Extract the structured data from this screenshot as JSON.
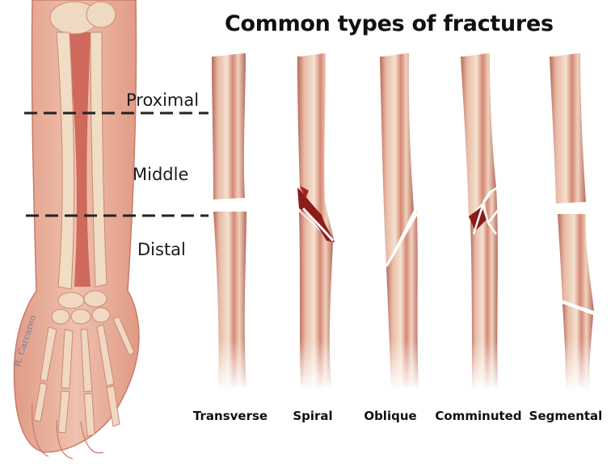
{
  "title": "Common types of fractures",
  "regions": {
    "proximal": "Proximal",
    "middle": "Middle",
    "distal": "Distal"
  },
  "fracture_types": [
    {
      "label": "Transverse"
    },
    {
      "label": "Spiral"
    },
    {
      "label": "Oblique"
    },
    {
      "label": "Comminuted"
    },
    {
      "label": "Segmental"
    }
  ],
  "signature": "R. Carcareo",
  "colors": {
    "skin": "#e9b3a0",
    "skin_shadow": "#d88f7a",
    "muscle": "#c8564a",
    "bone": "#f1dcc4",
    "bone_shade": "#c98872",
    "marrow": "#c0524a",
    "fracture_line": "#ffffff",
    "blood": "#8b1c1a"
  }
}
